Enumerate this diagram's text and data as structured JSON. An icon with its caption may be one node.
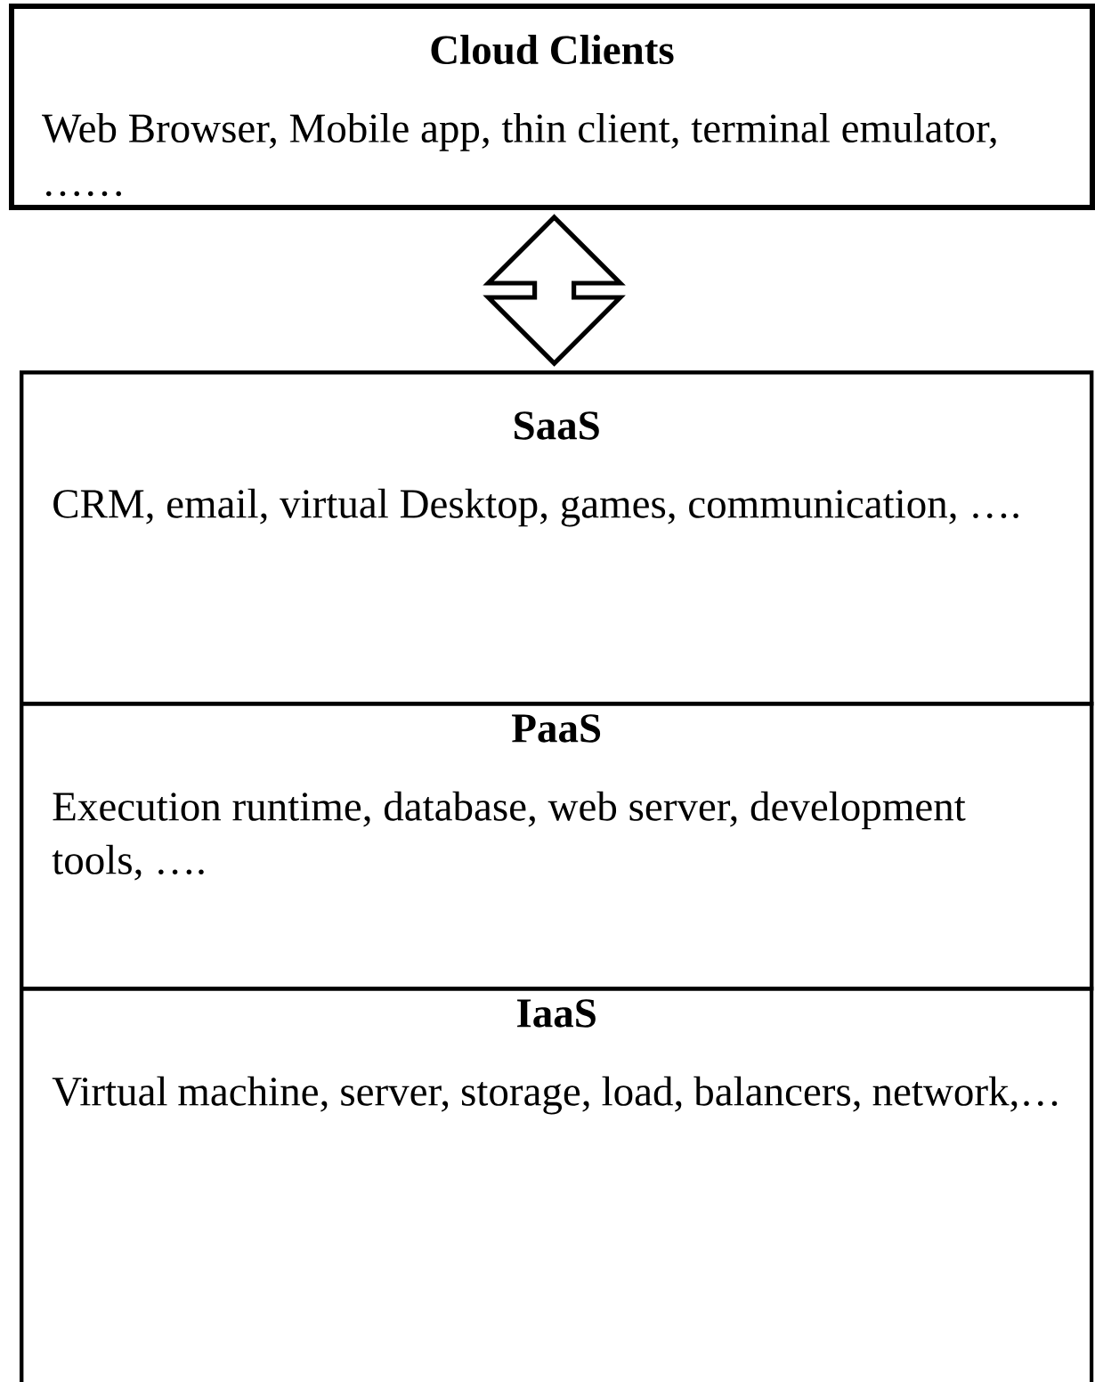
{
  "diagram": {
    "nodes": [
      {
        "text": [
          "Cloud Clients",
          "Web Browser, Mobile app, thin client, terminal emulator, ……"
        ]
      },
      {
        "text": [
          "SaaS",
          "CRM, email, virtual Desktop, games, communication, …."
        ]
      },
      {
        "text": [
          "PaaS",
          "Execution runtime, database, web server, development tools, …."
        ]
      },
      {
        "text": [
          "IaaS",
          "Virtual machine, server, storage, load, balancers, network,…"
        ]
      }
    ],
    "edges": [
      {
        "from": 0,
        "to": 1,
        "arrow": "both"
      }
    ]
  }
}
